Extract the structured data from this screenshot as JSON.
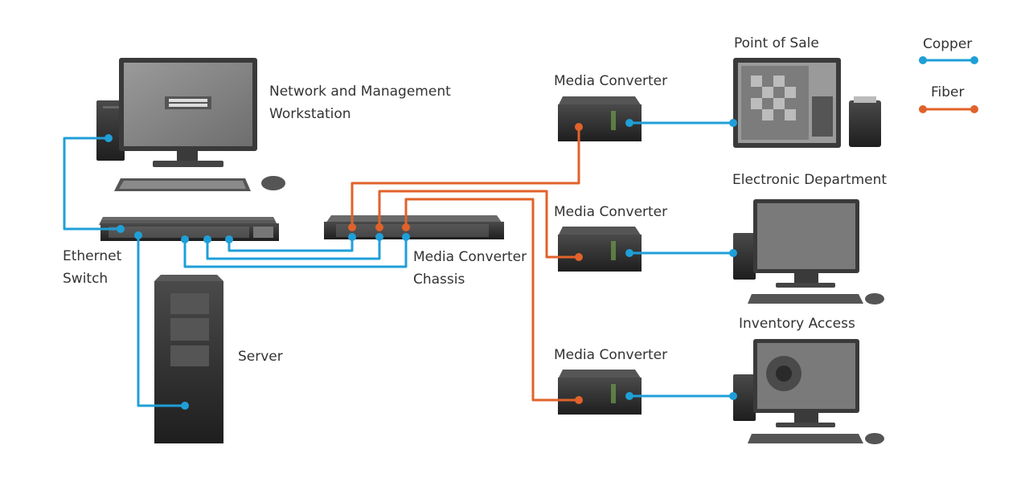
{
  "labels": {
    "workstation": [
      "Network and Management",
      "Workstation"
    ],
    "switch": [
      "Ethernet",
      "Switch"
    ],
    "chassis": [
      "Media Converter",
      "Chassis"
    ],
    "server": "Server",
    "mc1": "Media Converter",
    "mc2": "Media Converter",
    "mc3": "Media Converter",
    "pos": "Point of Sale",
    "electronic": "Electronic Department",
    "inventory": "Inventory Access"
  },
  "legend": {
    "copper": "Copper",
    "fiber": "Fiber"
  },
  "colors": {
    "copper": "#1f9fd8",
    "fiber": "#e0622a",
    "device_dark": "#2e2e2e",
    "device_mid": "#4a4a4a",
    "screen_gray": "#8c8c8c",
    "text": "#333333"
  }
}
